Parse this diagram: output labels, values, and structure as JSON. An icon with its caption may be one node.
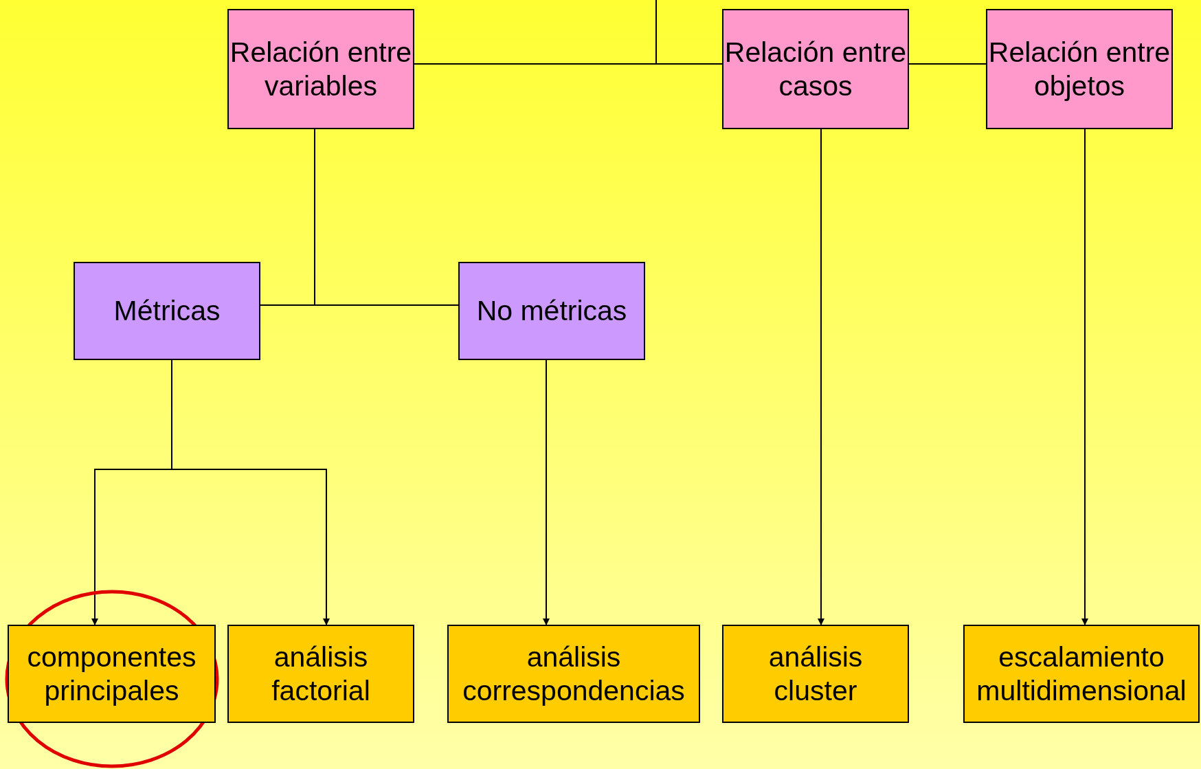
{
  "diagram": {
    "nodes": [
      {
        "text": [
          "Relación entre variables"
        ]
      },
      {
        "text": [
          "Relación entre casos"
        ]
      },
      {
        "text": [
          "Relación entre objetos"
        ]
      },
      {
        "text": [
          "Métricas"
        ]
      },
      {
        "text": [
          "No métricas"
        ]
      },
      {
        "text": [
          "componentes principales"
        ]
      },
      {
        "text": [
          "análisis factorial"
        ]
      },
      {
        "text": [
          "análisis correspondencias"
        ]
      },
      {
        "text": [
          "análisis cluster"
        ]
      },
      {
        "text": [
          "escalamiento multidimensional"
        ]
      }
    ],
    "edges": [
      {
        "from": null,
        "to": 0,
        "arrow": "none"
      },
      {
        "from": null,
        "to": 1,
        "arrow": "none"
      },
      {
        "from": 1,
        "to": 2,
        "arrow": "none"
      },
      {
        "from": 0,
        "to": 3,
        "arrow": "none"
      },
      {
        "from": 0,
        "to": 4,
        "arrow": "none"
      },
      {
        "from": 3,
        "to": 5,
        "arrow": "to"
      },
      {
        "from": 3,
        "to": 6,
        "arrow": "to"
      },
      {
        "from": 4,
        "to": 7,
        "arrow": "to"
      },
      {
        "from": 1,
        "to": 8,
        "arrow": "to"
      },
      {
        "from": 2,
        "to": 9,
        "arrow": "to"
      }
    ]
  }
}
